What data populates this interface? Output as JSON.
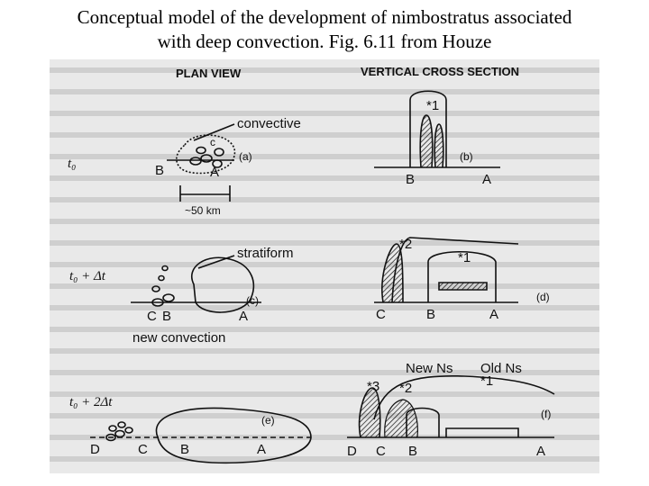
{
  "caption": {
    "line1": "Conceptual model of the development of nimbostratus associated",
    "line2": "with deep convection.  Fig. 6.11 from Houze"
  },
  "figure": {
    "plan_view_title": "PLAN VIEW",
    "cross_section_title": "VERTICAL CROSS SECTION",
    "panels": {
      "a": "(a)",
      "b": "(b)",
      "c": "(c)",
      "d": "(d)",
      "e": "(e)",
      "f": "(f)"
    },
    "labels": {
      "convective": "convective",
      "stratiform": "stratiform",
      "new_convection": "new convection",
      "scale": "~50 km",
      "cell_c": "c",
      "new_ns": "New Ns",
      "old_ns": "Old Ns",
      "star1": "*1",
      "star2": "*2",
      "star3": "*3"
    },
    "times": {
      "t0": "t₀",
      "t1": "t₀ + Δt",
      "t2": "t₀ + 2Δt"
    },
    "points": {
      "A": "A",
      "B": "B",
      "C": "C",
      "D": "D"
    },
    "colors": {
      "background": "#e9e9e9",
      "ink": "#111111"
    }
  }
}
